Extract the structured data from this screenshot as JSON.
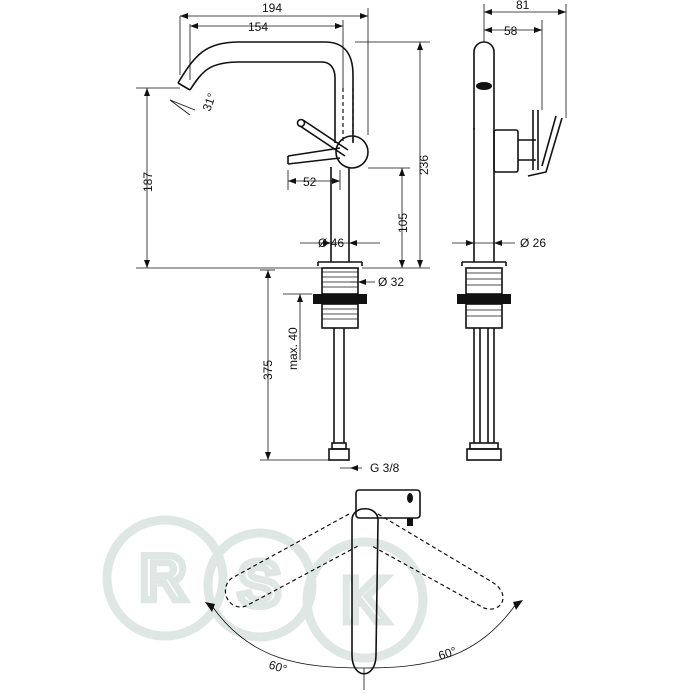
{
  "dimensions": {
    "total_width": "194",
    "reach": "154",
    "spout_angle": "31°",
    "height_to_spout": "187",
    "total_height": "236",
    "handle_offset": "52",
    "handle_height": "105",
    "body_diameter": "Ø 46",
    "thread_diameter": "Ø 32",
    "max_thickness": "max. 40",
    "hose_length": "375",
    "connection": "G 3/8",
    "side_depth": "81",
    "side_offset": "58",
    "side_diameter": "Ø 26",
    "swivel_left": "60°",
    "swivel_right": "60°"
  },
  "watermark": {
    "letters": [
      "R",
      "S",
      "K"
    ],
    "color": "#dfe7e5"
  }
}
